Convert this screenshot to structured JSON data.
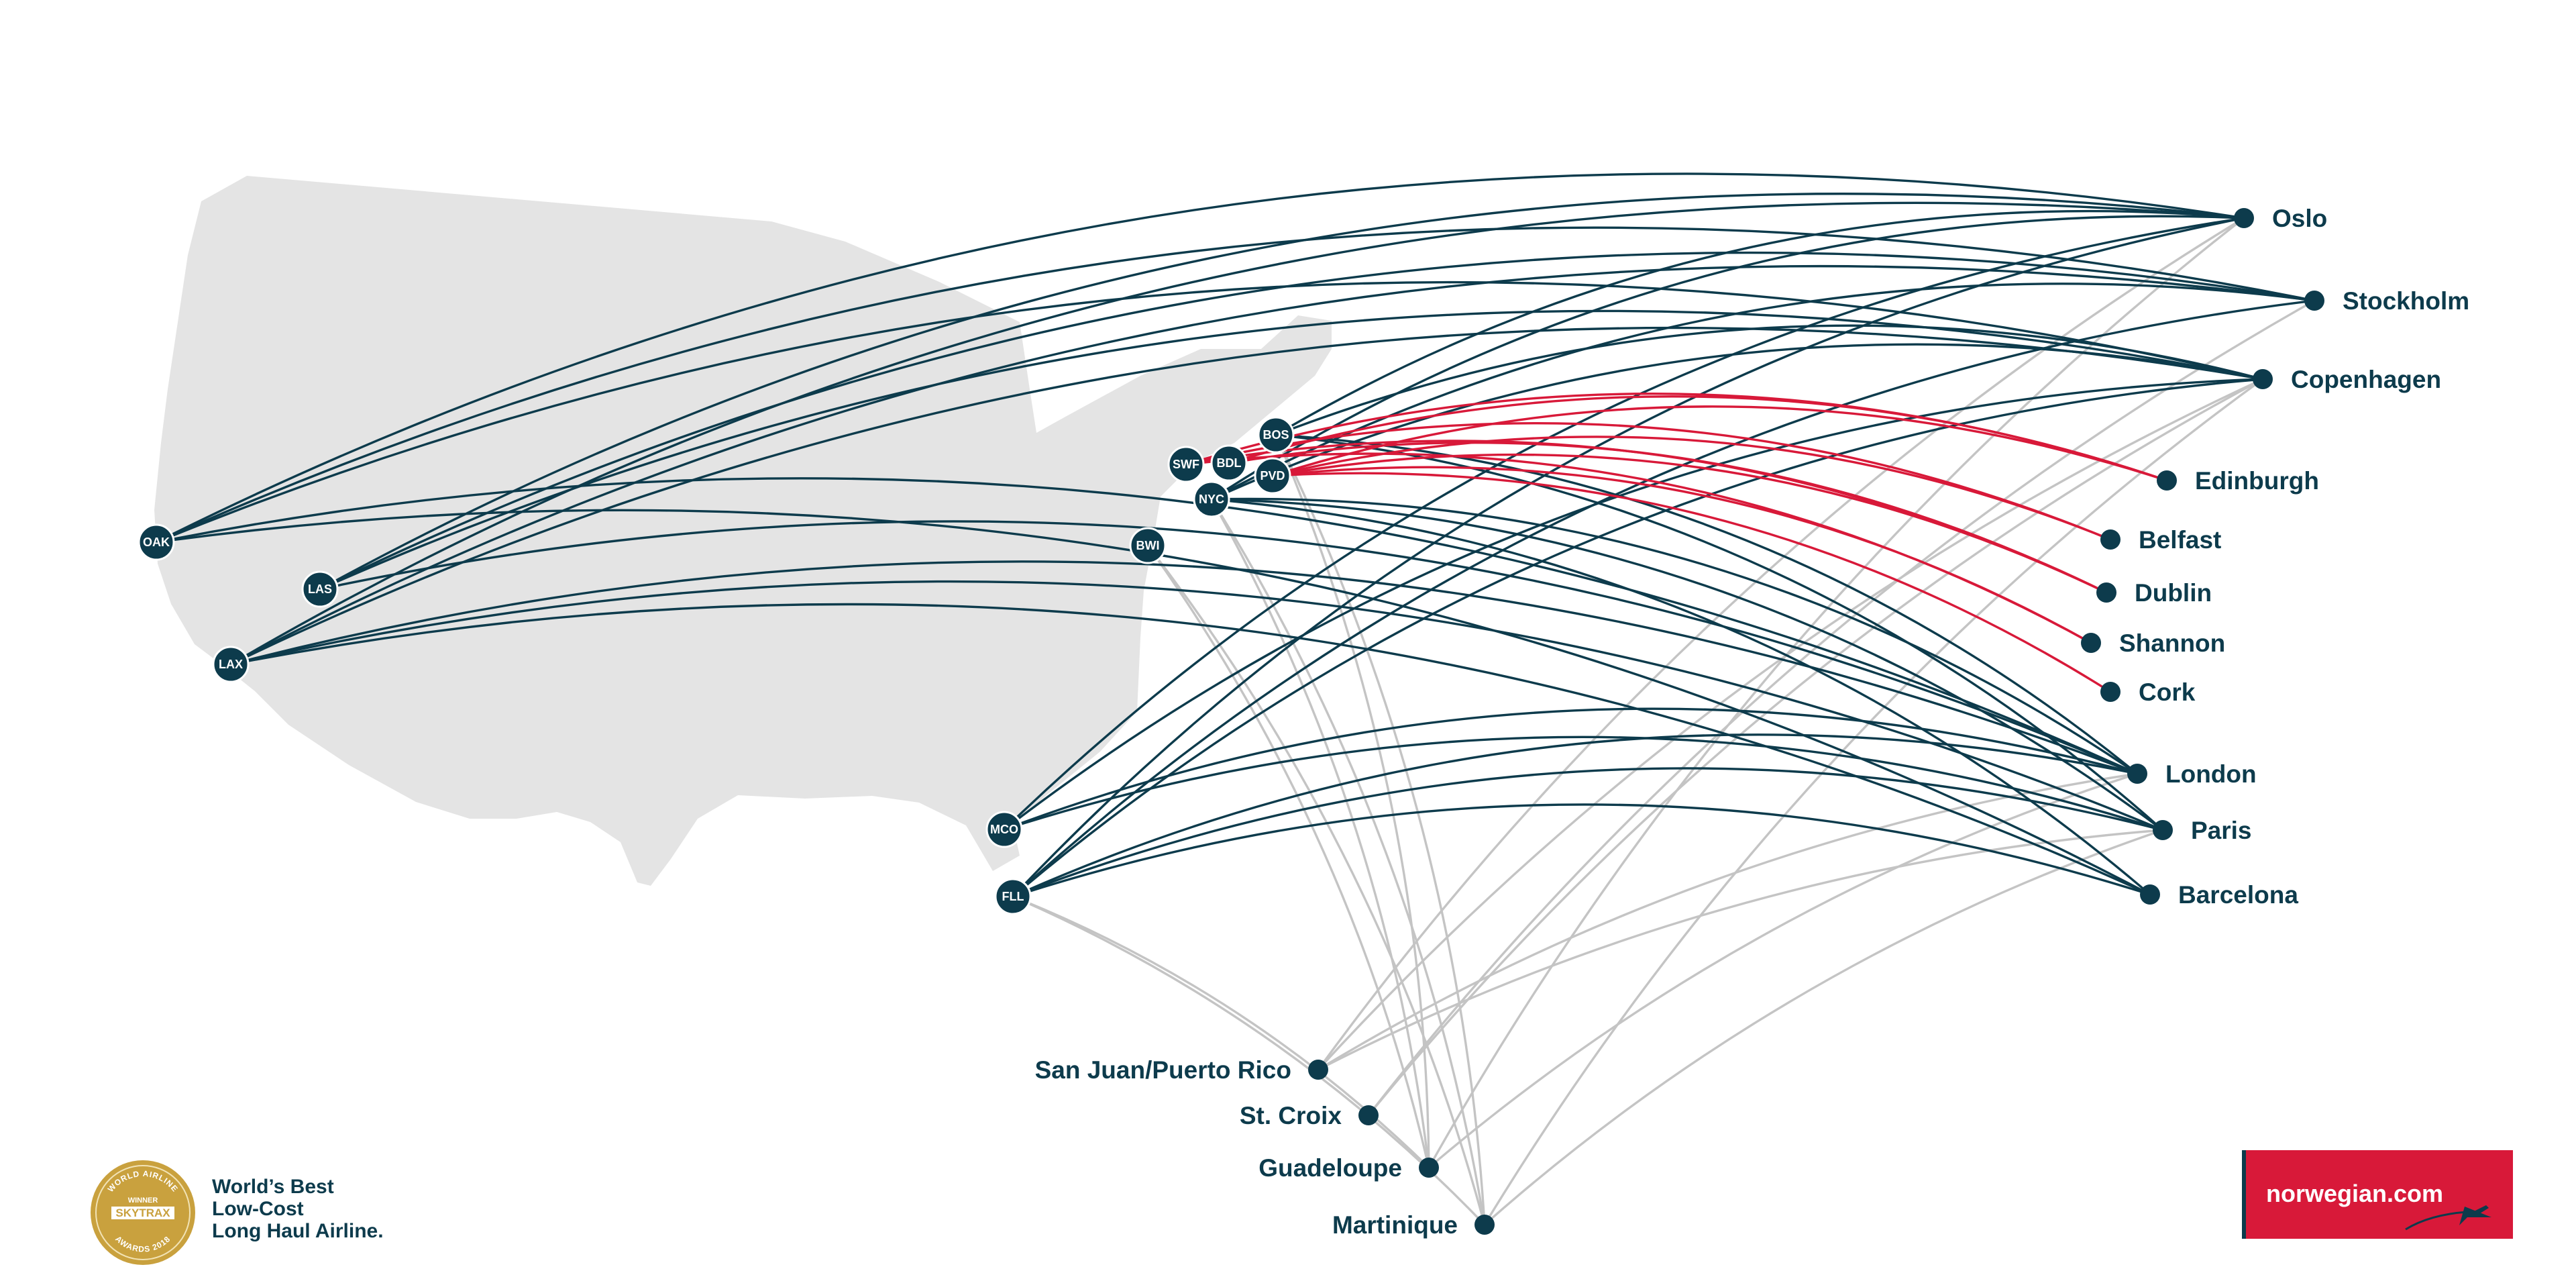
{
  "colors": {
    "land": "#e4e4e4",
    "route_transatlantic": "#0d3b4c",
    "route_ireland_scotland": "#d81939",
    "route_caribbean": "#c4c4c4",
    "node": "#0d3b4c",
    "brand_red": "#d81939",
    "award_gold": "#c9a13e"
  },
  "us_airports": [
    {
      "code": "OAK",
      "icon": "airport-node"
    },
    {
      "code": "LAS",
      "icon": "airport-node"
    },
    {
      "code": "LAX",
      "icon": "airport-node"
    },
    {
      "code": "SWF",
      "icon": "airport-node"
    },
    {
      "code": "BDL",
      "icon": "airport-node"
    },
    {
      "code": "BOS",
      "icon": "airport-node"
    },
    {
      "code": "PVD",
      "icon": "airport-node"
    },
    {
      "code": "NYC",
      "icon": "airport-node"
    },
    {
      "code": "BWI",
      "icon": "airport-node"
    },
    {
      "code": "MCO",
      "icon": "airport-node"
    },
    {
      "code": "FLL",
      "icon": "airport-node"
    }
  ],
  "destinations": [
    {
      "name": "Oslo"
    },
    {
      "name": "Stockholm"
    },
    {
      "name": "Copenhagen"
    },
    {
      "name": "Edinburgh"
    },
    {
      "name": "Belfast"
    },
    {
      "name": "Dublin"
    },
    {
      "name": "Shannon"
    },
    {
      "name": "Cork"
    },
    {
      "name": "London"
    },
    {
      "name": "Paris"
    },
    {
      "name": "Barcelona"
    },
    {
      "name": "San Juan/Puerto Rico"
    },
    {
      "name": "St. Croix"
    },
    {
      "name": "Guadeloupe"
    },
    {
      "name": "Martinique"
    }
  ],
  "routes": [
    {
      "from": "OAK",
      "to": "Oslo",
      "type": "transatlantic"
    },
    {
      "from": "OAK",
      "to": "Stockholm",
      "type": "transatlantic"
    },
    {
      "from": "OAK",
      "to": "Copenhagen",
      "type": "transatlantic"
    },
    {
      "from": "OAK",
      "to": "London",
      "type": "transatlantic"
    },
    {
      "from": "OAK",
      "to": "Barcelona",
      "type": "transatlantic"
    },
    {
      "from": "LAS",
      "to": "Oslo",
      "type": "transatlantic"
    },
    {
      "from": "LAS",
      "to": "Stockholm",
      "type": "transatlantic"
    },
    {
      "from": "LAS",
      "to": "Copenhagen",
      "type": "transatlantic"
    },
    {
      "from": "LAS",
      "to": "London",
      "type": "transatlantic"
    },
    {
      "from": "LAX",
      "to": "Stockholm",
      "type": "transatlantic"
    },
    {
      "from": "LAX",
      "to": "Copenhagen",
      "type": "transatlantic"
    },
    {
      "from": "LAX",
      "to": "London",
      "type": "transatlantic"
    },
    {
      "from": "LAX",
      "to": "Paris",
      "type": "transatlantic"
    },
    {
      "from": "LAX",
      "to": "Barcelona",
      "type": "transatlantic"
    },
    {
      "from": "LAX",
      "to": "Oslo",
      "type": "transatlantic"
    },
    {
      "from": "BOS",
      "to": "Oslo",
      "type": "transatlantic"
    },
    {
      "from": "BOS",
      "to": "Copenhagen",
      "type": "transatlantic"
    },
    {
      "from": "BOS",
      "to": "London",
      "type": "transatlantic"
    },
    {
      "from": "BOS",
      "to": "Paris",
      "type": "transatlantic"
    },
    {
      "from": "NYC",
      "to": "Oslo",
      "type": "transatlantic"
    },
    {
      "from": "NYC",
      "to": "Stockholm",
      "type": "transatlantic"
    },
    {
      "from": "NYC",
      "to": "Copenhagen",
      "type": "transatlantic"
    },
    {
      "from": "NYC",
      "to": "London",
      "type": "transatlantic"
    },
    {
      "from": "NYC",
      "to": "Paris",
      "type": "transatlantic"
    },
    {
      "from": "NYC",
      "to": "Barcelona",
      "type": "transatlantic"
    },
    {
      "from": "MCO",
      "to": "Oslo",
      "type": "transatlantic"
    },
    {
      "from": "MCO",
      "to": "London",
      "type": "transatlantic"
    },
    {
      "from": "MCO",
      "to": "Paris",
      "type": "transatlantic"
    },
    {
      "from": "MCO",
      "to": "Copenhagen",
      "type": "transatlantic"
    },
    {
      "from": "FLL",
      "to": "Oslo",
      "type": "transatlantic"
    },
    {
      "from": "FLL",
      "to": "Stockholm",
      "type": "transatlantic"
    },
    {
      "from": "FLL",
      "to": "Copenhagen",
      "type": "transatlantic"
    },
    {
      "from": "FLL",
      "to": "London",
      "type": "transatlantic"
    },
    {
      "from": "FLL",
      "to": "Paris",
      "type": "transatlantic"
    },
    {
      "from": "FLL",
      "to": "Barcelona",
      "type": "transatlantic"
    },
    {
      "from": "SWF",
      "to": "Edinburgh",
      "type": "ireland-scotland"
    },
    {
      "from": "SWF",
      "to": "Belfast",
      "type": "ireland-scotland"
    },
    {
      "from": "SWF",
      "to": "Dublin",
      "type": "ireland-scotland"
    },
    {
      "from": "SWF",
      "to": "Shannon",
      "type": "ireland-scotland"
    },
    {
      "from": "BDL",
      "to": "Edinburgh",
      "type": "ireland-scotland"
    },
    {
      "from": "BDL",
      "to": "Dublin",
      "type": "ireland-scotland"
    },
    {
      "from": "PVD",
      "to": "Edinburgh",
      "type": "ireland-scotland"
    },
    {
      "from": "PVD",
      "to": "Belfast",
      "type": "ireland-scotland"
    },
    {
      "from": "PVD",
      "to": "Dublin",
      "type": "ireland-scotland"
    },
    {
      "from": "PVD",
      "to": "Shannon",
      "type": "ireland-scotland"
    },
    {
      "from": "PVD",
      "to": "Cork",
      "type": "ireland-scotland"
    },
    {
      "from": "BOS",
      "to": "Guadeloupe",
      "type": "caribbean"
    },
    {
      "from": "BOS",
      "to": "Martinique",
      "type": "caribbean"
    },
    {
      "from": "NYC",
      "to": "Guadeloupe",
      "type": "caribbean"
    },
    {
      "from": "NYC",
      "to": "Martinique",
      "type": "caribbean"
    },
    {
      "from": "BWI",
      "to": "Guadeloupe",
      "type": "caribbean"
    },
    {
      "from": "BWI",
      "to": "Martinique",
      "type": "caribbean"
    },
    {
      "from": "FLL",
      "to": "Guadeloupe",
      "type": "caribbean"
    },
    {
      "from": "FLL",
      "to": "Martinique",
      "type": "caribbean"
    },
    {
      "from": "San Juan/Puerto Rico",
      "to": "Oslo",
      "type": "caribbean"
    },
    {
      "from": "San Juan/Puerto Rico",
      "to": "Copenhagen",
      "type": "caribbean"
    },
    {
      "from": "San Juan/Puerto Rico",
      "to": "London",
      "type": "caribbean"
    },
    {
      "from": "San Juan/Puerto Rico",
      "to": "Paris",
      "type": "caribbean"
    },
    {
      "from": "St. Croix",
      "to": "Stockholm",
      "type": "caribbean"
    },
    {
      "from": "St. Croix",
      "to": "Copenhagen",
      "type": "caribbean"
    },
    {
      "from": "Guadeloupe",
      "to": "Oslo",
      "type": "caribbean"
    },
    {
      "from": "Guadeloupe",
      "to": "London",
      "type": "caribbean"
    },
    {
      "from": "Martinique",
      "to": "Copenhagen",
      "type": "caribbean"
    },
    {
      "from": "Martinique",
      "to": "Paris",
      "type": "caribbean"
    }
  ],
  "award": {
    "badge_top": "WORLD AIRLINE",
    "badge_winner": "WINNER",
    "badge_brand": "SKYTRAX",
    "badge_bottom": "AWARDS 2018",
    "line1": "World’s Best",
    "line2": "Low-Cost",
    "line3": "Long Haul Airline.",
    "icon": "skytrax-award-badge-icon"
  },
  "brand": {
    "name": "norwegian.com",
    "icon": "airplane-swoosh-icon"
  }
}
